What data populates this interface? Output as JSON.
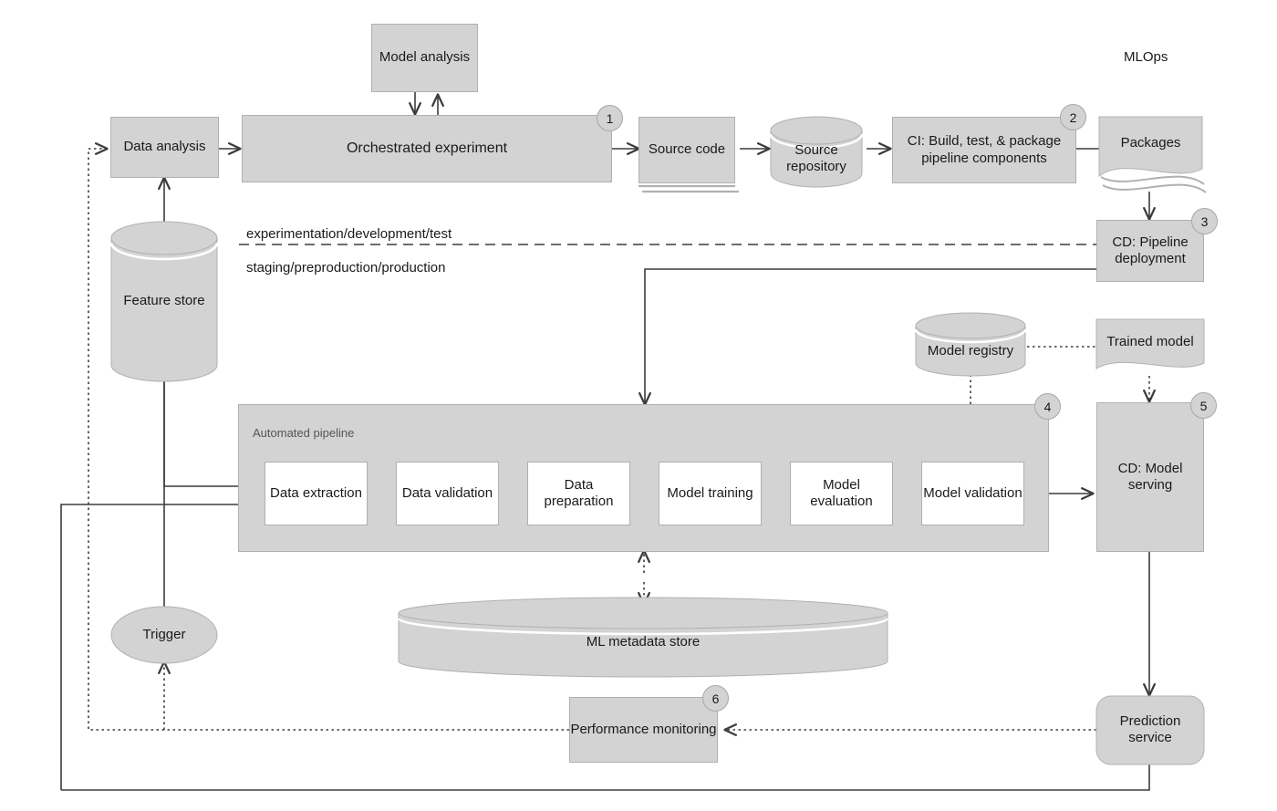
{
  "title": "MLOps",
  "environments": {
    "upper": "experimentation/development/test",
    "lower": "staging/preproduction/production"
  },
  "pipeline_container_label": "Automated pipeline",
  "nodes": {
    "model_analysis": "Model analysis",
    "data_analysis": "Data analysis",
    "orchestrated_experiment": "Orchestrated experiment",
    "source_code": "Source code",
    "source_repository": "Source repository",
    "ci_build": "CI: Build, test, & package pipeline components",
    "packages": "Packages",
    "cd_pipeline_deployment": "CD: Pipeline deployment",
    "feature_store": "Feature store",
    "trigger": "Trigger",
    "model_registry": "Model registry",
    "trained_model": "Trained model",
    "cd_model_serving": "CD: Model serving",
    "ml_metadata_store": "ML metadata store",
    "performance_monitoring": "Performance monitoring",
    "prediction_service": "Prediction service"
  },
  "pipeline_steps": [
    "Data extraction",
    "Data validation",
    "Data preparation",
    "Model training",
    "Model evaluation",
    "Model validation"
  ],
  "step_badges": [
    "1",
    "2",
    "3",
    "4",
    "5",
    "6"
  ],
  "colors": {
    "fill": "#d3d3d3",
    "stroke": "#b0b0b0",
    "line": "#3c3c3c",
    "text": "#1a1a1a",
    "white": "#ffffff"
  }
}
